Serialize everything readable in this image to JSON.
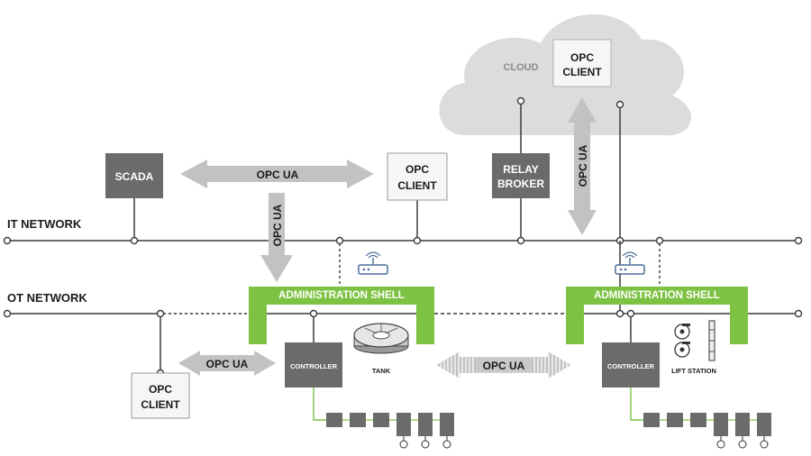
{
  "colors": {
    "line": "#3a3a3a",
    "box_dark": "#6b6b6b",
    "box_light_fill": "#f3f3f3",
    "box_light_border": "#9a9a9a",
    "arrow": "#c2c2c2",
    "cloud": "#d9d9d9",
    "green": "#7dc242",
    "label": "#1a1a1a"
  },
  "networks": {
    "it_label": "IT NETWORK",
    "ot_label": "OT NETWORK"
  },
  "cloud": {
    "label": "CLOUD",
    "client_line1": "OPC",
    "client_line2": "CLIENT"
  },
  "nodes": {
    "scada": "SCADA",
    "it_client_line1": "OPC",
    "it_client_line2": "CLIENT",
    "relay_line1": "RELAY",
    "relay_line2": "BROKER",
    "ot_client_line1": "OPC",
    "ot_client_line2": "CLIENT",
    "controller_left": "CONTROLLER",
    "controller_right": "CONTROLLER",
    "tank_label": "TANK",
    "lift_label": "LIFT STATION"
  },
  "shells": {
    "left": "ADMINISTRATION SHELL",
    "right": "ADMINISTRATION SHELL"
  },
  "arrows": {
    "scada_client": "OPC UA",
    "it_to_shell": "OPC UA",
    "cloud_link": "OPC UA",
    "ot_client_controller": "OPC UA",
    "shell_to_shell": "OPC UA"
  },
  "icons": {
    "router": "wifi-router-icon",
    "tank": "tank-icon",
    "pump": "pump-icon",
    "sensor": "sensor-icon"
  }
}
